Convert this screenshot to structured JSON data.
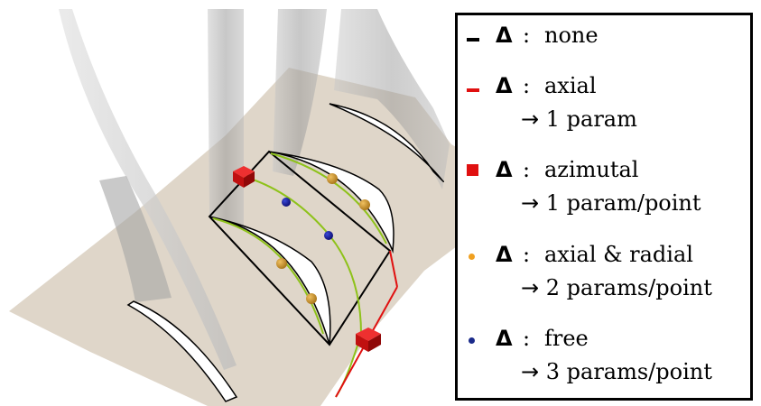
{
  "legend": {
    "symbol": "Δ",
    "separator": ":",
    "arrow": "→",
    "items": [
      {
        "desc": "none",
        "sub": "",
        "marker": "dash",
        "color": "#000000"
      },
      {
        "desc": "axial",
        "sub": "1 param",
        "marker": "dash",
        "color": "#e01010"
      },
      {
        "desc": "azimutal",
        "sub": "1 param/point",
        "marker": "square",
        "color": "#e01010"
      },
      {
        "desc": "axial & radial",
        "sub": "2 params/point",
        "marker": "dot",
        "color": "#f0a020"
      },
      {
        "desc": "free",
        "sub": "3 params/point",
        "marker": "dot",
        "color": "#1a2a8a"
      }
    ]
  },
  "colors": {
    "hub_surface": "#ddd4c6",
    "blade_gray": "#9a9a9a",
    "parameter_curve": "#8ec21a",
    "axial_line": "#e01010",
    "azimutal_marker": "#d01010",
    "radial_marker": "#b8821a",
    "free_marker": "#1a1aa0"
  }
}
